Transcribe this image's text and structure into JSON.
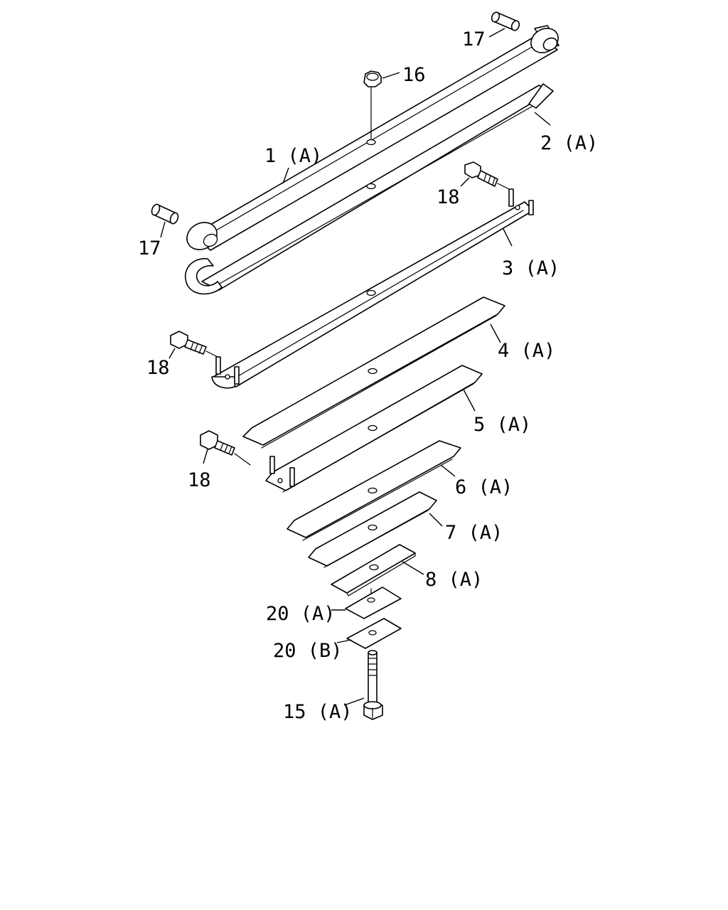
{
  "labels": {
    "p17_top": "17",
    "p16": "16",
    "p2a": "2 (A)",
    "p1a": "1 (A)",
    "p18_top": "18",
    "p17_left": "17",
    "p3a": "3 (A)",
    "p4a": "4 (A)",
    "p18_mid": "18",
    "p5a": "5 (A)",
    "p18_low": "18",
    "p6a": "6 (A)",
    "p7a": "7 (A)",
    "p8a": "8 (A)",
    "p20a": "20 (A)",
    "p20b": "20 (B)",
    "p15a": "15 (A)"
  },
  "colors": {
    "line": "#000000",
    "background": "#ffffff"
  }
}
